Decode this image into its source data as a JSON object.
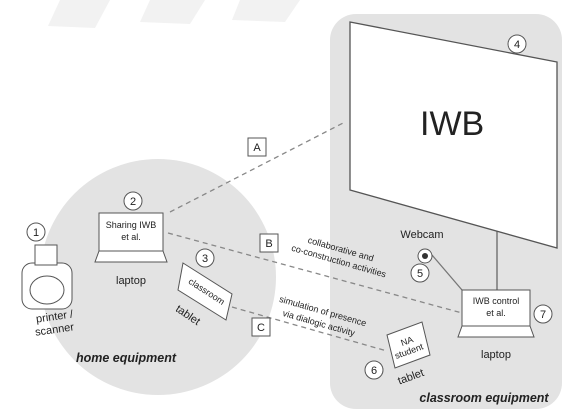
{
  "title": "",
  "regions": {
    "home": "home equipment",
    "classroom": "classroom equipment"
  },
  "devices": {
    "iwb": {
      "num": "4",
      "label": "IWB"
    },
    "laptop_home": {
      "num": "2",
      "screen": [
        "Sharing IWB",
        "et al."
      ],
      "label": "laptop"
    },
    "printer": {
      "num": "1",
      "label": [
        "printer /",
        "scanner"
      ]
    },
    "tablet_home": {
      "num": "3",
      "screen": "classroom",
      "label": "tablet"
    },
    "webcam": {
      "num": "5",
      "label": "Webcam"
    },
    "tablet_class": {
      "num": "6",
      "screen": [
        "NA",
        "student"
      ],
      "label": "tablet"
    },
    "laptop_class": {
      "num": "7",
      "screen": [
        "IWB control",
        "et al."
      ],
      "label": "laptop"
    }
  },
  "links": {
    "a": {
      "letter": "A"
    },
    "b": {
      "letter": "B",
      "annotation": [
        "collaborative and",
        "co-construction activities"
      ]
    },
    "c": {
      "letter": "C",
      "annotation": [
        "simulation of presence",
        "via dialogic activity"
      ]
    }
  },
  "colors": {
    "region_fill": "#e3e3e3",
    "line": "#555555",
    "dashed": "#888888"
  }
}
